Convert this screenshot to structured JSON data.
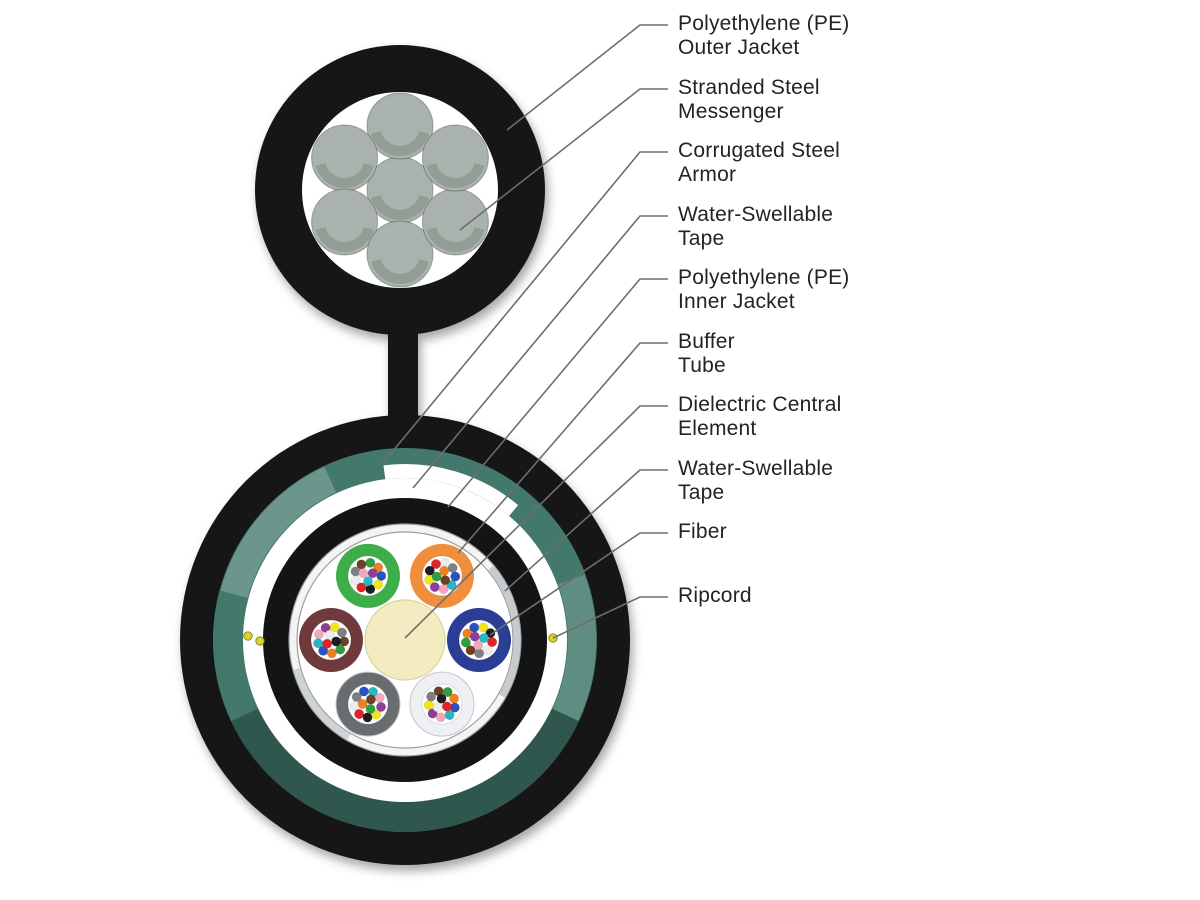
{
  "figure": {
    "kind": "fiber-optic-cable-cross-section",
    "description": "Figure-8 self-supporting armored fiber cable with stranded steel messenger"
  },
  "labels": [
    {
      "line1": "Polyethylene (PE)",
      "line2": "Outer Jacket"
    },
    {
      "line1": "Stranded Steel",
      "line2": "Messenger"
    },
    {
      "line1": "Corrugated Steel",
      "line2": "Armor"
    },
    {
      "line1": "Water-Swellable",
      "line2": "Tape"
    },
    {
      "line1": "Polyethylene (PE)",
      "line2": "Inner Jacket"
    },
    {
      "line1": "Buffer",
      "line2": "Tube"
    },
    {
      "line1": "Dielectric Central",
      "line2": "Element"
    },
    {
      "line1": "Water-Swellable",
      "line2": "Tape"
    },
    {
      "line1": "Fiber",
      "line2": ""
    },
    {
      "line1": "Ripcord",
      "line2": ""
    }
  ],
  "colors": {
    "jacket_black": "#141414",
    "armor_teal": "#43796c",
    "gap_white": "#ffffff",
    "tape_silver_base": "#f4f4f4",
    "tape_silver_edge": "#999ea2",
    "interior_white": "#ffffff",
    "central_element_cream": "#f3ecc0",
    "central_element_edge": "#ddd3a2",
    "ripcord_yellow": "#d9d42e",
    "messenger_wire_gray": "#a9b2ac",
    "leader_line_gray": "#6e6e6e",
    "label_text": "#262224"
  },
  "structure": {
    "messenger_wire_count": 7,
    "buffer_tube_count": 6,
    "fibers_per_tube": 12,
    "ripcord_count": 3,
    "buffer_tubes": [
      {
        "name": "green",
        "hex": "#3dae49",
        "angle_deg": 120
      },
      {
        "name": "orange",
        "hex": "#f08e3d",
        "angle_deg": 60
      },
      {
        "name": "brown",
        "hex": "#703a3c",
        "angle_deg": 180
      },
      {
        "name": "blue",
        "hex": "#2b3e96",
        "angle_deg": 0
      },
      {
        "name": "slate",
        "hex": "#6a6d70",
        "angle_deg": 240
      },
      {
        "name": "white",
        "hex": "#eff0f3",
        "angle_deg": 300
      }
    ],
    "fiber_colors": [
      "#2a52c2",
      "#ef7f1f",
      "#2f9e41",
      "#6b4226",
      "#7d7f83",
      "#ececec",
      "#e02327",
      "#1d1d1f",
      "#f0e41f",
      "#8d3f98",
      "#f2a7bd",
      "#2ab5c4"
    ]
  }
}
